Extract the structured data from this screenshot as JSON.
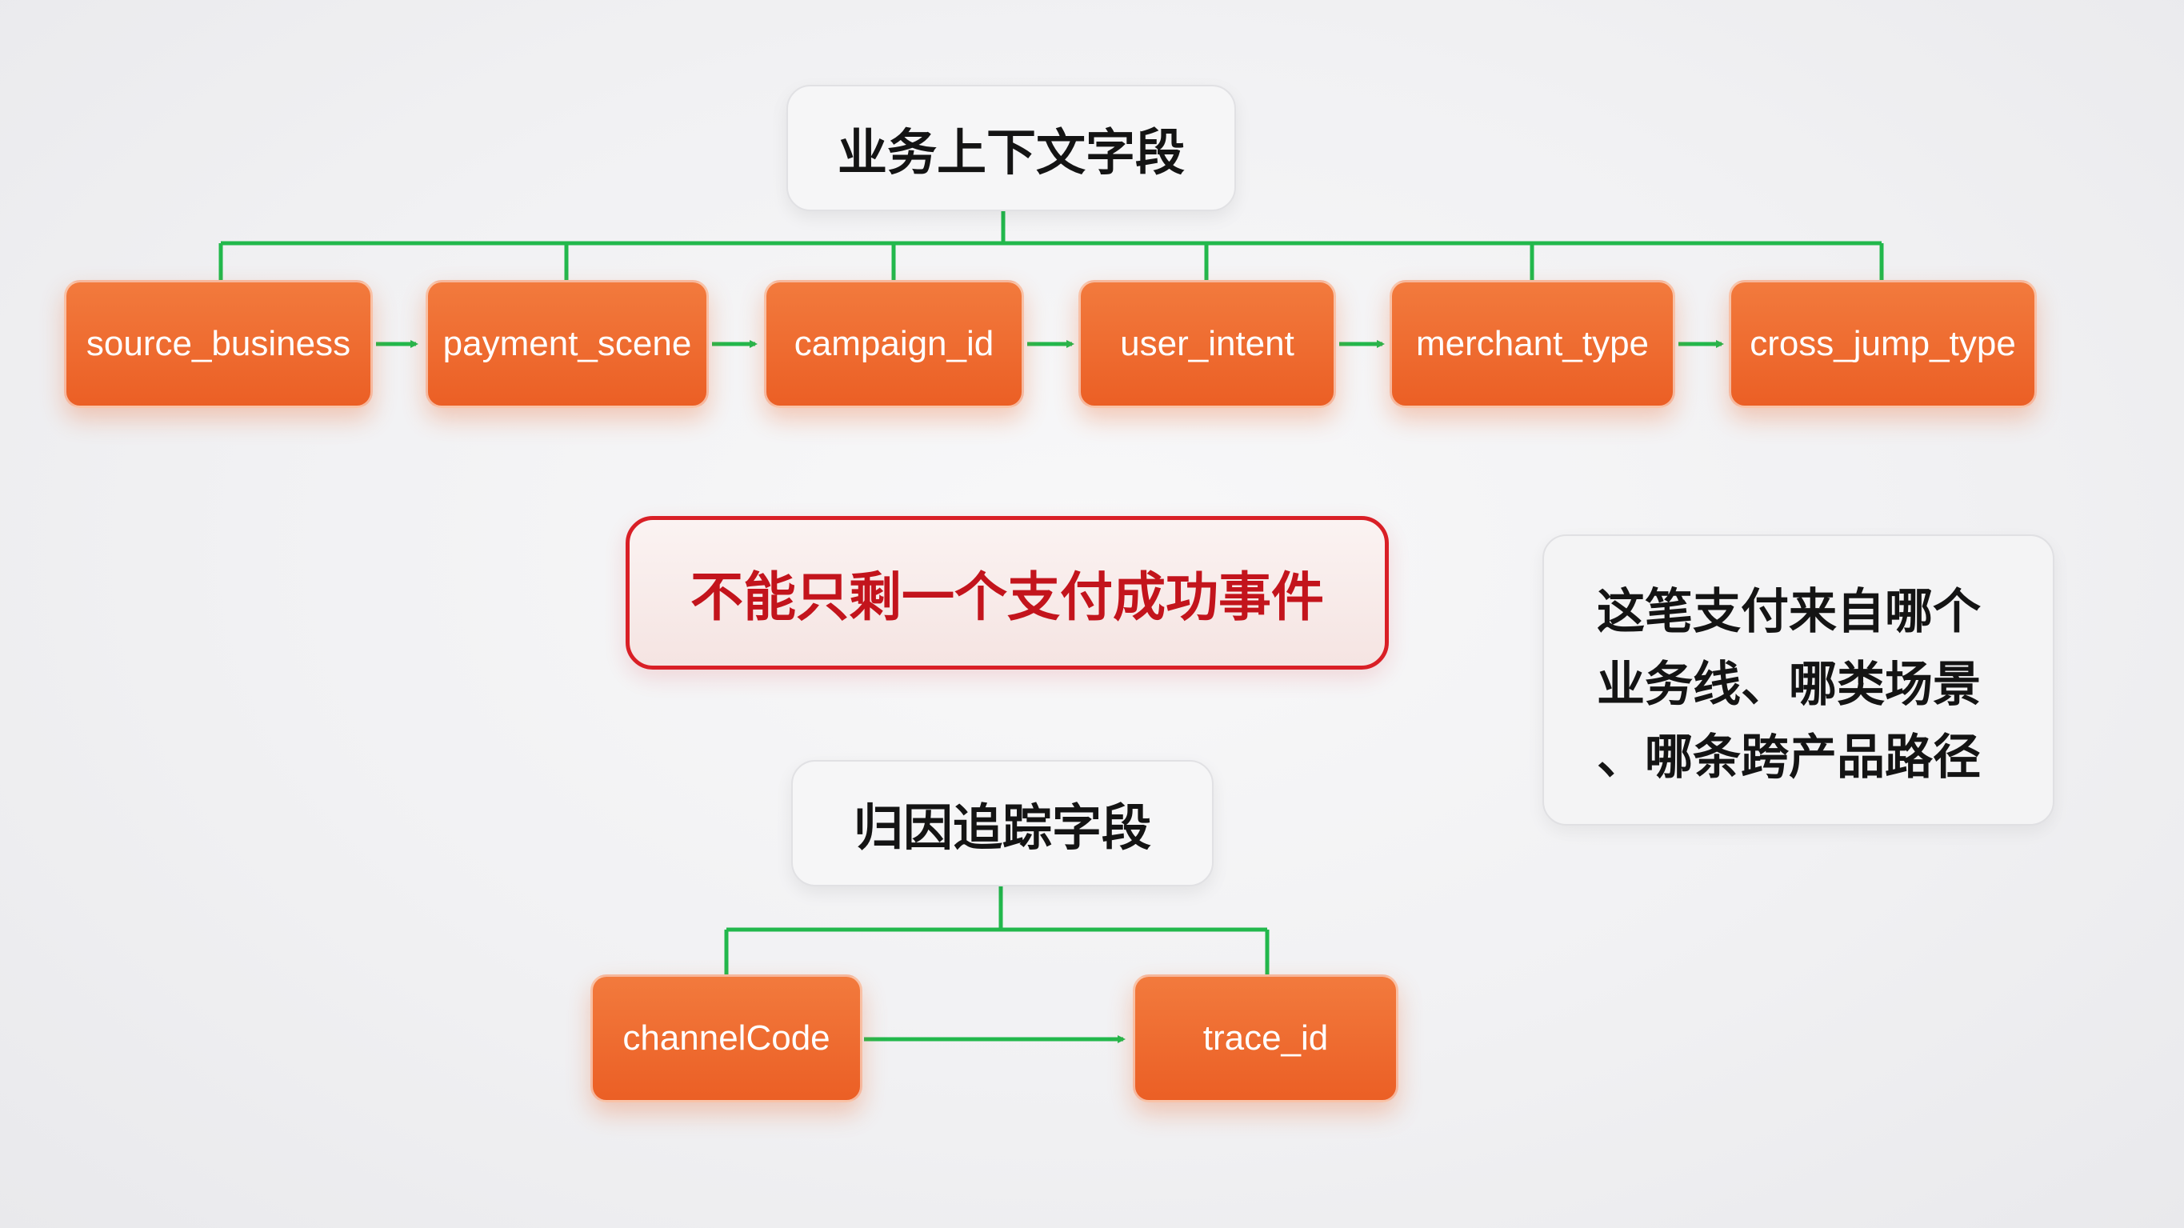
{
  "business_context": {
    "title": "业务上下文字段",
    "fields": [
      "source_business",
      "payment_scene",
      "campaign_id",
      "user_intent",
      "merchant_type",
      "cross_jump_type"
    ]
  },
  "warning": {
    "text": "不能只剩一个支付成功事件"
  },
  "note": {
    "lines": [
      "这笔支付来自哪个",
      "业务线、哪类场景",
      "、哪条跨产品路径"
    ]
  },
  "attribution": {
    "title": "归因追踪字段",
    "fields": [
      "channelCode",
      "trace_id"
    ]
  },
  "colors": {
    "node_orange": "#ee6a2f",
    "connector_green": "#22b84c",
    "warning_red": "#d91f26"
  }
}
